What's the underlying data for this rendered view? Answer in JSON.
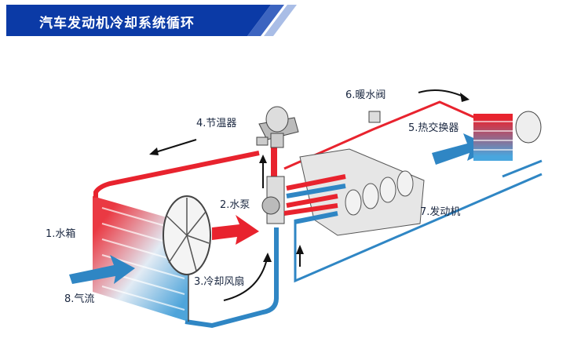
{
  "title": "汽车发动机冷却系统循环",
  "labels": {
    "radiator": "1.水箱",
    "pump": "2.水泵",
    "fan": "3.冷却风扇",
    "thermostat": "4.节温器",
    "heat_exchanger": "5.热交换器",
    "heater_valve": "6.暖水阀",
    "engine": "7.发动机",
    "airflow": "8.气流"
  },
  "colors": {
    "banner": "#0b3aa6",
    "hot": "#e8232e",
    "cold": "#2f86c4"
  }
}
